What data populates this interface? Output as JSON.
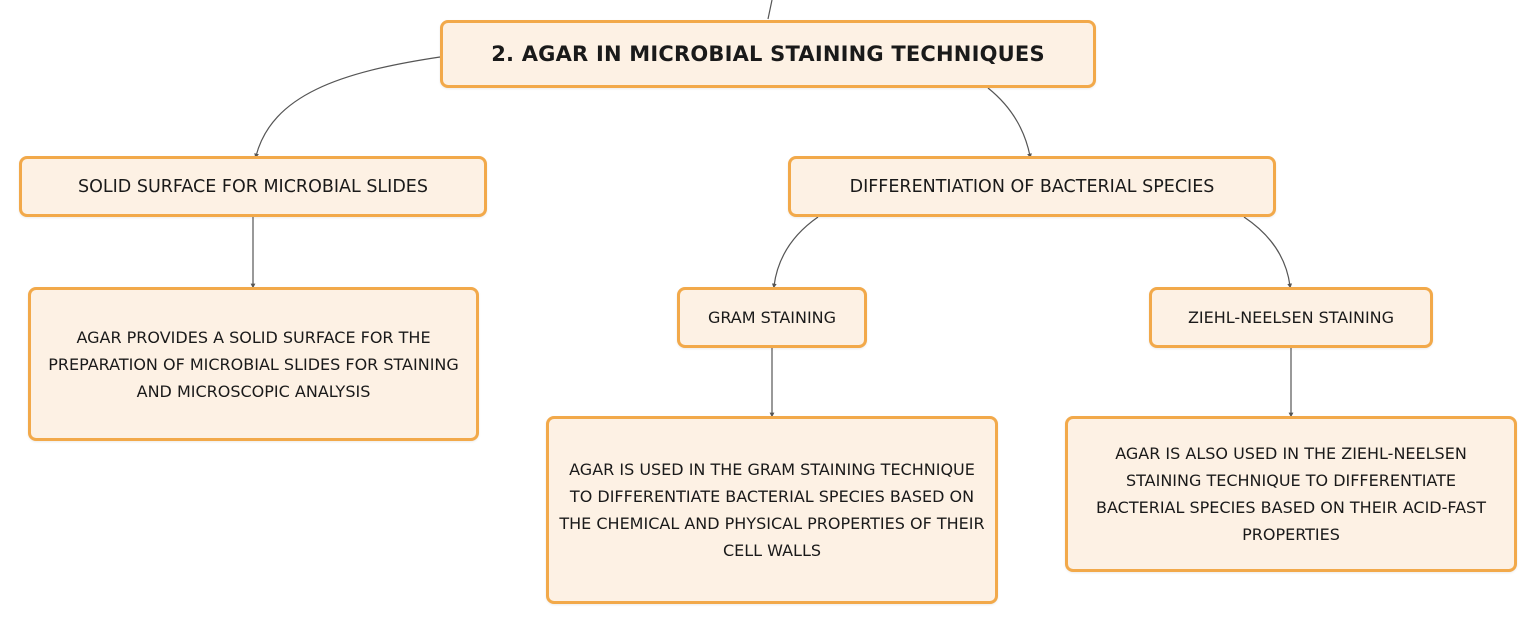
{
  "diagram": {
    "root": {
      "label": "2. AGAR IN MICROBIAL STAINING TECHNIQUES"
    },
    "branches": [
      {
        "label": "SOLID SURFACE FOR MICROBIAL SLIDES",
        "description": "AGAR PROVIDES A SOLID SURFACE FOR THE PREPARATION OF MICROBIAL SLIDES FOR STAINING AND MICROSCOPIC ANALYSIS"
      },
      {
        "label": "DIFFERENTIATION OF BACTERIAL SPECIES",
        "children": [
          {
            "label": "GRAM STAINING",
            "description": "AGAR IS USED IN THE GRAM STAINING TECHNIQUE TO DIFFERENTIATE BACTERIAL SPECIES BASED ON THE CHEMICAL AND PHYSICAL PROPERTIES OF THEIR CELL WALLS"
          },
          {
            "label": "ZIEHL-NEELSEN STAINING",
            "description": "AGAR IS ALSO USED IN THE ZIEHL-NEELSEN STAINING TECHNIQUE TO DIFFERENTIATE BACTERIAL SPECIES BASED ON THEIR ACID-FAST PROPERTIES"
          }
        ]
      }
    ]
  },
  "colors": {
    "node_fill": "#fdf1e4",
    "node_border": "#f2a94a",
    "connector": "#555555"
  }
}
